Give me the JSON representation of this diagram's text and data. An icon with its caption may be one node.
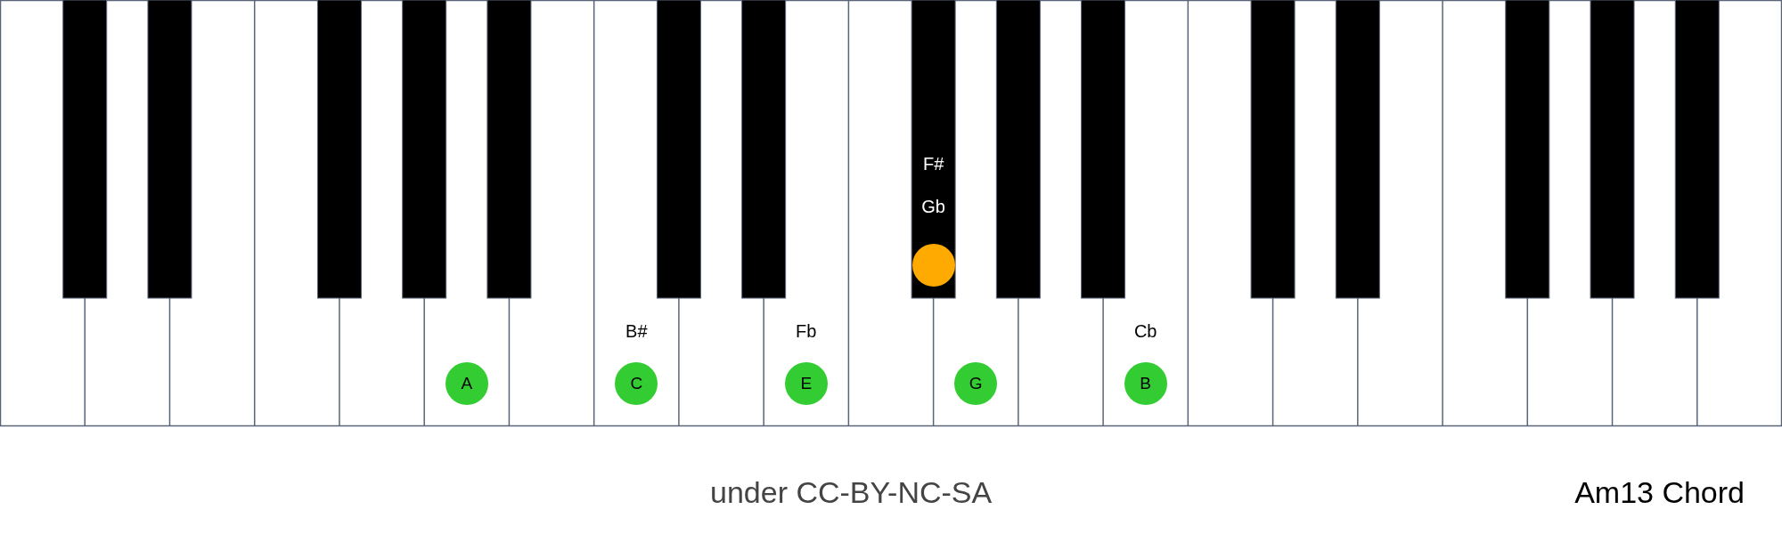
{
  "diagram": {
    "title": "Am13 Chord",
    "nodes": [
      {
        "text": [
          "A"
        ]
      },
      {
        "text": [
          "C"
        ],
        "beside": [
          "B#"
        ]
      },
      {
        "text": [
          "E"
        ],
        "beside": [
          "Fb"
        ]
      },
      {
        "text": [],
        "shape": "circle",
        "beside": [
          "F#",
          "Gb"
        ]
      },
      {
        "text": [
          "G"
        ]
      },
      {
        "text": [
          "B"
        ],
        "beside": [
          "Cb"
        ]
      }
    ],
    "labels": [
      "under CC-BY-NC-SA"
    ]
  }
}
